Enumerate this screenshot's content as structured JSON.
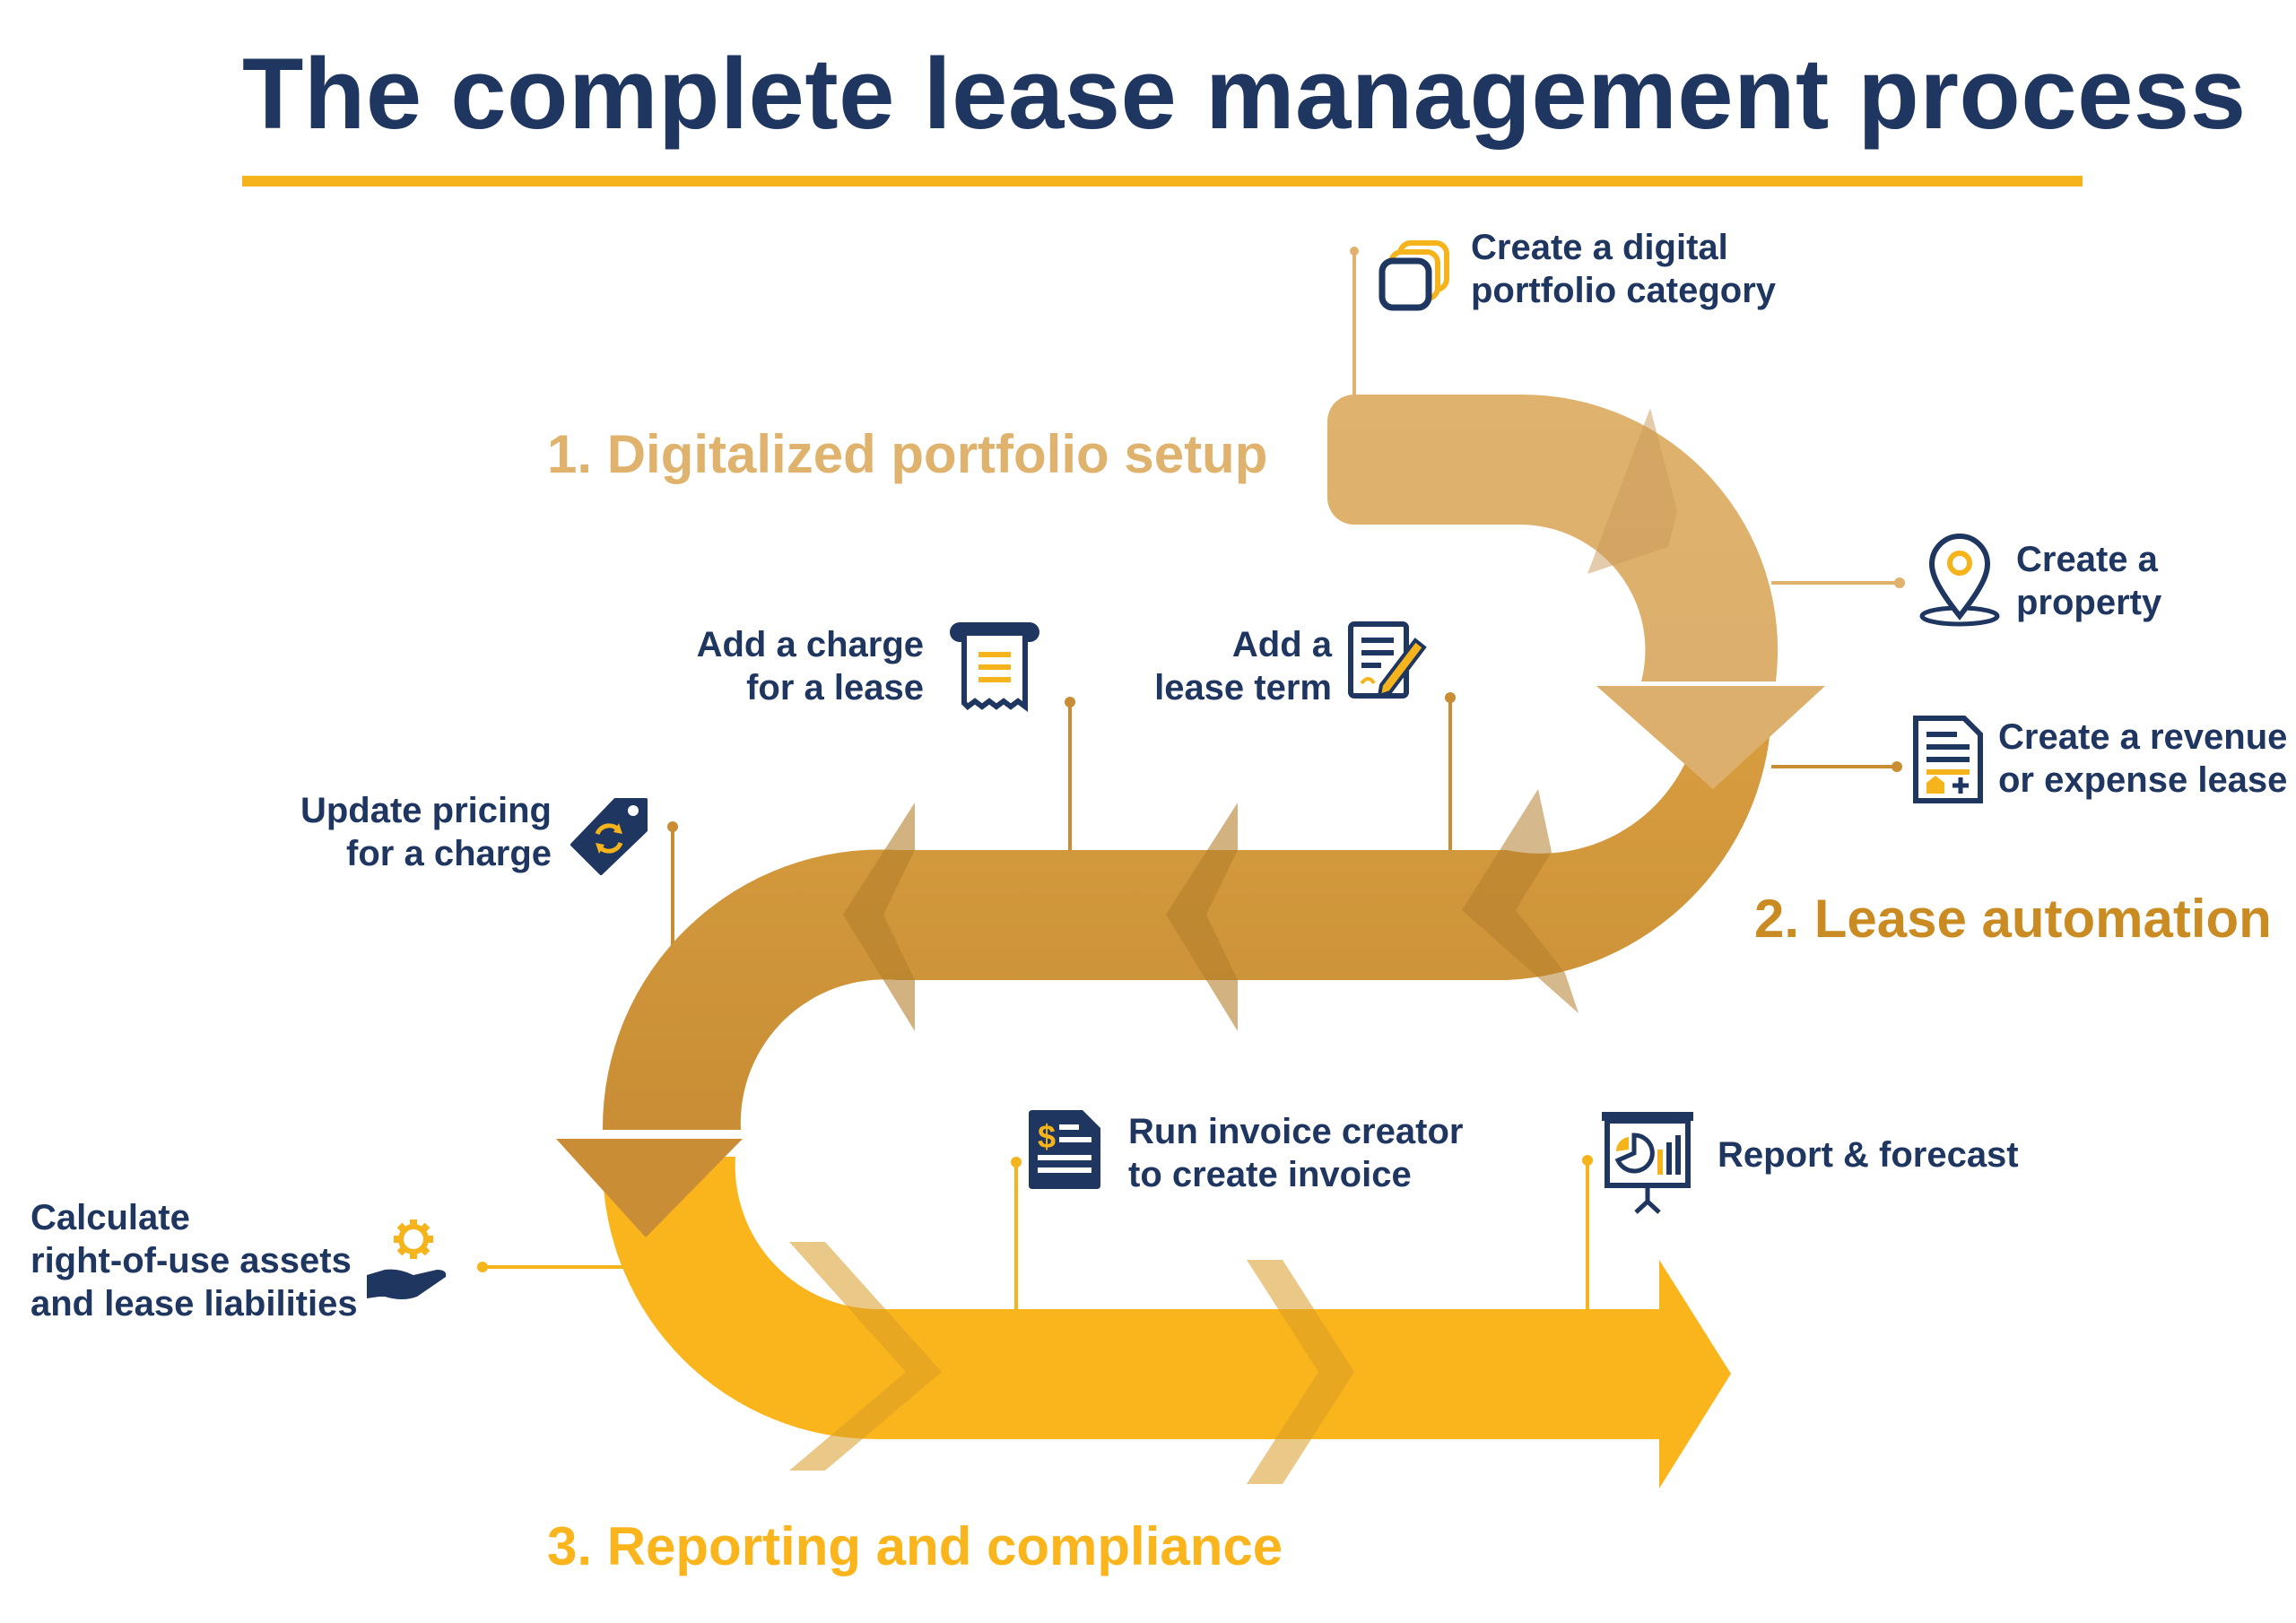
{
  "title": "The complete lease management process",
  "colors": {
    "navy": "#1f3660",
    "accent": "#f5b41b",
    "phase1": "#dfb36d",
    "phase2": "#d1953b",
    "phase3": "#fab51d"
  },
  "phases": [
    {
      "label": "1. Digitalized portfolio setup"
    },
    {
      "label": "2. Lease automation"
    },
    {
      "label": "3. Reporting and compliance"
    }
  ],
  "steps": {
    "portfolio_category": {
      "icon": "layers-icon",
      "line1": "Create a digital",
      "line2": "portfolio category"
    },
    "property": {
      "icon": "location-pin-icon",
      "line1": "Create a",
      "line2": "property"
    },
    "revenue_lease": {
      "icon": "lease-document-icon",
      "line1": "Create a revenue",
      "line2": "or expense lease"
    },
    "lease_term": {
      "icon": "document-edit-icon",
      "line1": "Add a",
      "line2": "lease term"
    },
    "charge": {
      "icon": "receipt-icon",
      "line1": "Add a charge",
      "line2": "for a lease"
    },
    "pricing": {
      "icon": "price-tag-icon",
      "line1": "Update pricing",
      "line2": "for a charge"
    },
    "calculate": {
      "icon": "gear-hand-icon",
      "line1": "Calculate",
      "line2": "right-of-use assets",
      "line3": "and lease liabilities"
    },
    "invoice": {
      "icon": "invoice-icon",
      "line1": "Run invoice creator",
      "line2": "to create invoice"
    },
    "report": {
      "icon": "presentation-chart-icon",
      "line1": "Report & forecast"
    }
  }
}
